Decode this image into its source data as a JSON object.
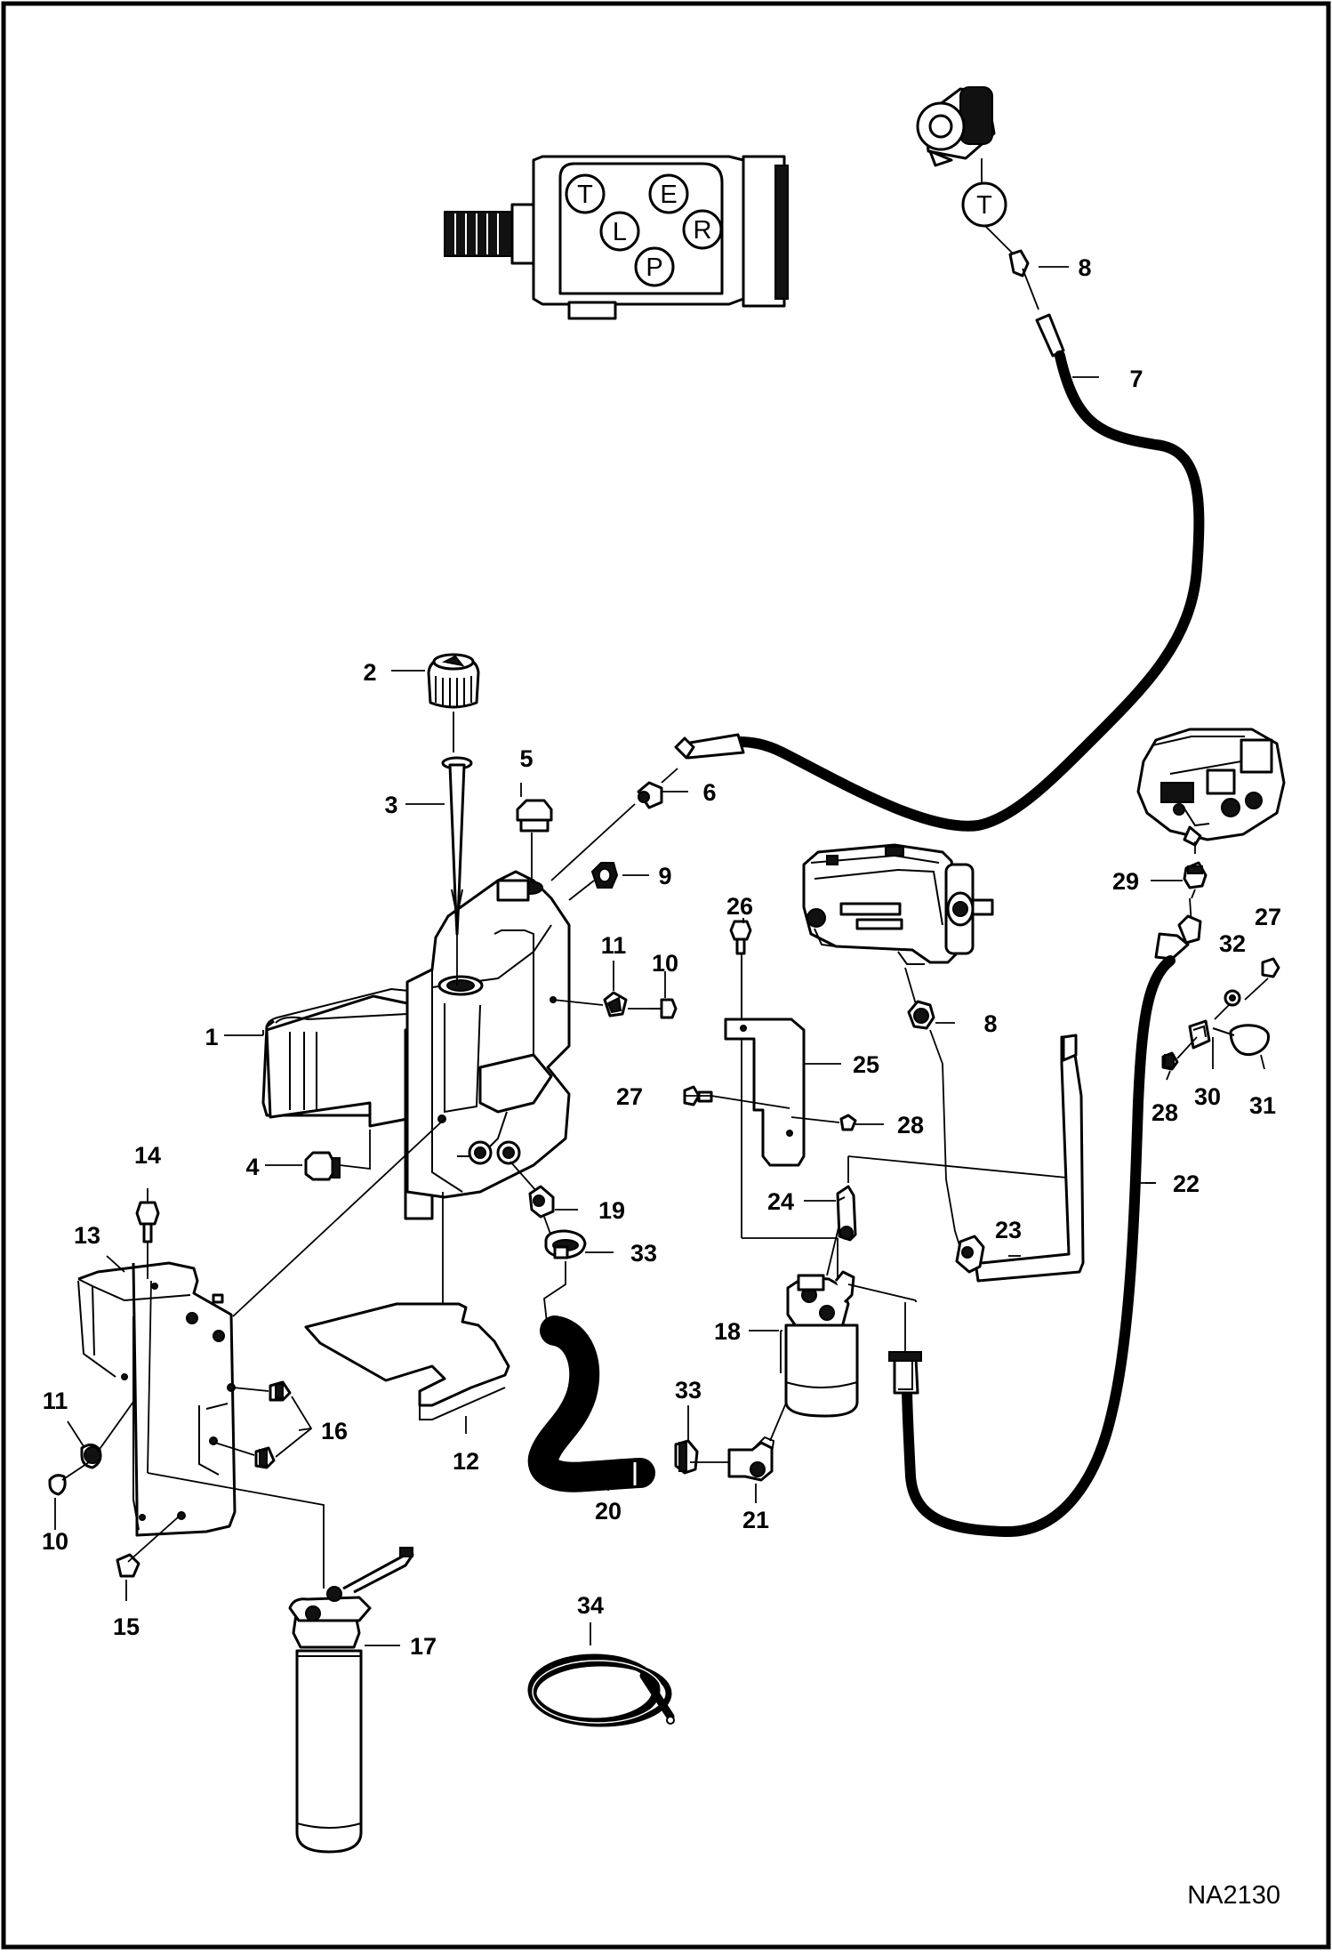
{
  "drawing_number": "NA2130",
  "steering_valve_ports": [
    "T",
    "E",
    "L",
    "R",
    "P"
  ],
  "tank_port_label": "T",
  "callouts": [
    "1",
    "2",
    "3",
    "4",
    "5",
    "6",
    "7",
    "8",
    "8",
    "9",
    "10",
    "10",
    "11",
    "11",
    "12",
    "13",
    "14",
    "15",
    "16",
    "17",
    "18",
    "19",
    "20",
    "21",
    "22",
    "23",
    "24",
    "25",
    "26",
    "27",
    "27",
    "28",
    "28",
    "29",
    "30",
    "31",
    "32",
    "33",
    "33",
    "34"
  ]
}
